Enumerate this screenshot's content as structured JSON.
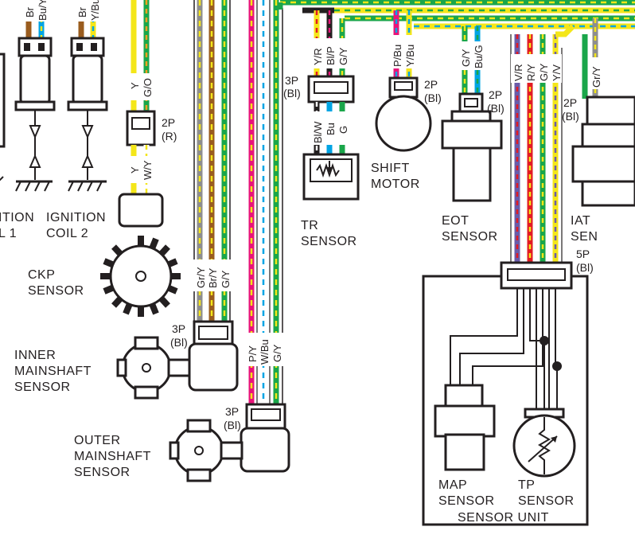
{
  "colors": {
    "green": "#1aa64a",
    "yellow": "#f4e619",
    "brown": "#9a5c1e",
    "gray": "#8e8e8e",
    "pink": "#e8147a",
    "blue": "#00a4e4",
    "red": "#e21b23",
    "purple": "#6b5ba8",
    "black": "#231f20",
    "white": "#ffffff"
  },
  "components": {
    "ignition_coil_1": [
      "ITION",
      "L 1"
    ],
    "ignition_coil_2": [
      "IGNITION",
      "COIL 2"
    ],
    "ckp_sensor": [
      "CKP",
      "SENSOR"
    ],
    "inner_mainshaft_sensor": [
      "INNER",
      "MAINSHAFT",
      "SENSOR"
    ],
    "outer_mainshaft_sensor": [
      "OUTER",
      "MAINSHAFT",
      "SENSOR"
    ],
    "tr_sensor": [
      "TR",
      "SENSOR"
    ],
    "shift_motor": [
      "SHIFT",
      "MOTOR"
    ],
    "eot_sensor": [
      "EOT",
      "SENSOR"
    ],
    "iat_sensor": [
      "IAT",
      "SEN"
    ],
    "map_sensor": [
      "MAP",
      "SENSOR"
    ],
    "tp_sensor": [
      "TP",
      "SENSOR"
    ],
    "sensor_unit": "SENSOR UNIT"
  },
  "connectors": {
    "coil2": [
      "2P",
      "(R)"
    ],
    "tr": [
      "3P",
      "(Bl)"
    ],
    "shift": [
      "2P",
      "(Bl)"
    ],
    "eot": [
      "2P",
      "(Bl)"
    ],
    "iat": [
      "2P",
      "(Bl)"
    ],
    "sensor_unit": [
      "5P",
      "(Bl)"
    ],
    "inner": [
      "3P",
      "(Bl)"
    ],
    "outer": [
      "3P",
      "(Bl)"
    ]
  },
  "wires": {
    "coil1_top": [
      "Br",
      "Bu/Y"
    ],
    "coil2_top": [
      "Br",
      "Y/Bu"
    ],
    "coil2_upper": [
      "Y",
      "G/O"
    ],
    "coil2_lower": [
      "Y",
      "W/Y"
    ],
    "tr_upper": [
      "Y/R",
      "Bl/P",
      "G/Y"
    ],
    "tr_lower": [
      "Bl/W",
      "Bu",
      "G"
    ],
    "shift": [
      "P/Bu",
      "Y/Bu"
    ],
    "eot": [
      "G/Y",
      "Bu/G"
    ],
    "sensor_unit": [
      "V/R",
      "R/Y",
      "G/Y",
      "Y/V"
    ],
    "iat": [
      "Gr/Y"
    ],
    "inner": [
      "Gr/Y",
      "Br/Y",
      "G/Y"
    ],
    "outer": [
      "P/Y",
      "W/Bu",
      "G/Y"
    ]
  }
}
